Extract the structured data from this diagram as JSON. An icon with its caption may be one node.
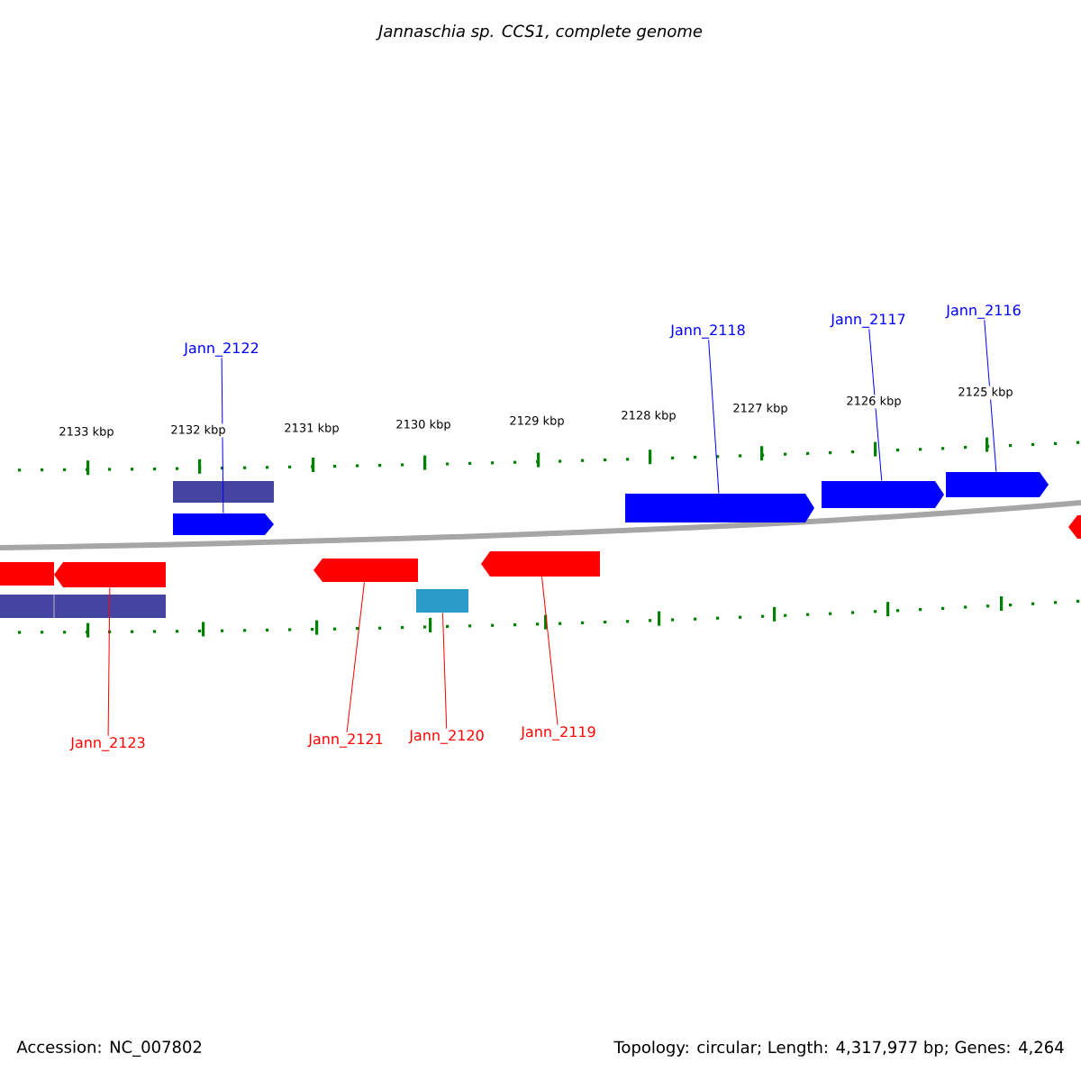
{
  "diagram": {
    "title": "*Jannaschia sp.* CCS1, complete genome",
    "nodes": [
      {
        "text": [
          "Jann_2122"
        ]
      },
      {
        "text": [
          "Jann_2118"
        ]
      },
      {
        "text": [
          "Jann_2117"
        ]
      },
      {
        "text": [
          "Jann_2116"
        ]
      },
      {
        "text": [
          "Jann_2123"
        ]
      },
      {
        "text": [
          "Jann_2121"
        ]
      },
      {
        "text": [
          "Jann_2120"
        ]
      },
      {
        "text": [
          "Jann_2119"
        ]
      },
      {
        "text": [],
        "shape": "box"
      },
      {
        "text": [],
        "shape": "box"
      },
      {
        "text": [],
        "shape": "box"
      },
      {
        "text": [],
        "shape": "box"
      },
      {
        "text": [],
        "shape": "box"
      },
      {
        "text": [],
        "shape": "box"
      },
      {
        "text": [],
        "shape": "box"
      },
      {
        "text": [],
        "shape": "box"
      }
    ],
    "edges": [
      {
        "from": 0,
        "to": 8,
        "arrow": "none",
        "color": "#0000ff"
      },
      {
        "from": 1,
        "to": 9,
        "arrow": "none",
        "color": "#0000ff"
      },
      {
        "from": 2,
        "to": 10,
        "arrow": "none",
        "color": "#0000ff"
      },
      {
        "from": 3,
        "to": 11,
        "arrow": "none",
        "color": "#0000ff"
      },
      {
        "from": 4,
        "to": 12,
        "arrow": "none",
        "color": "#ff0000"
      },
      {
        "from": 5,
        "to": 13,
        "arrow": "none",
        "color": "#ff0000"
      },
      {
        "from": 6,
        "to": 14,
        "arrow": "none",
        "color": "#ff0000"
      },
      {
        "from": 7,
        "to": 15,
        "arrow": "none",
        "color": "#ff0000"
      }
    ],
    "labels": [
      "2133 kbp",
      "2132 kbp",
      "2131 kbp",
      "2130 kbp",
      "2129 kbp",
      "2128 kbp",
      "2127 kbp",
      "2126 kbp",
      "2125 kbp",
      "Accession: NC_007802",
      "Topology: circular; Length: 4,317,977 bp; Genes: 4,264"
    ]
  }
}
